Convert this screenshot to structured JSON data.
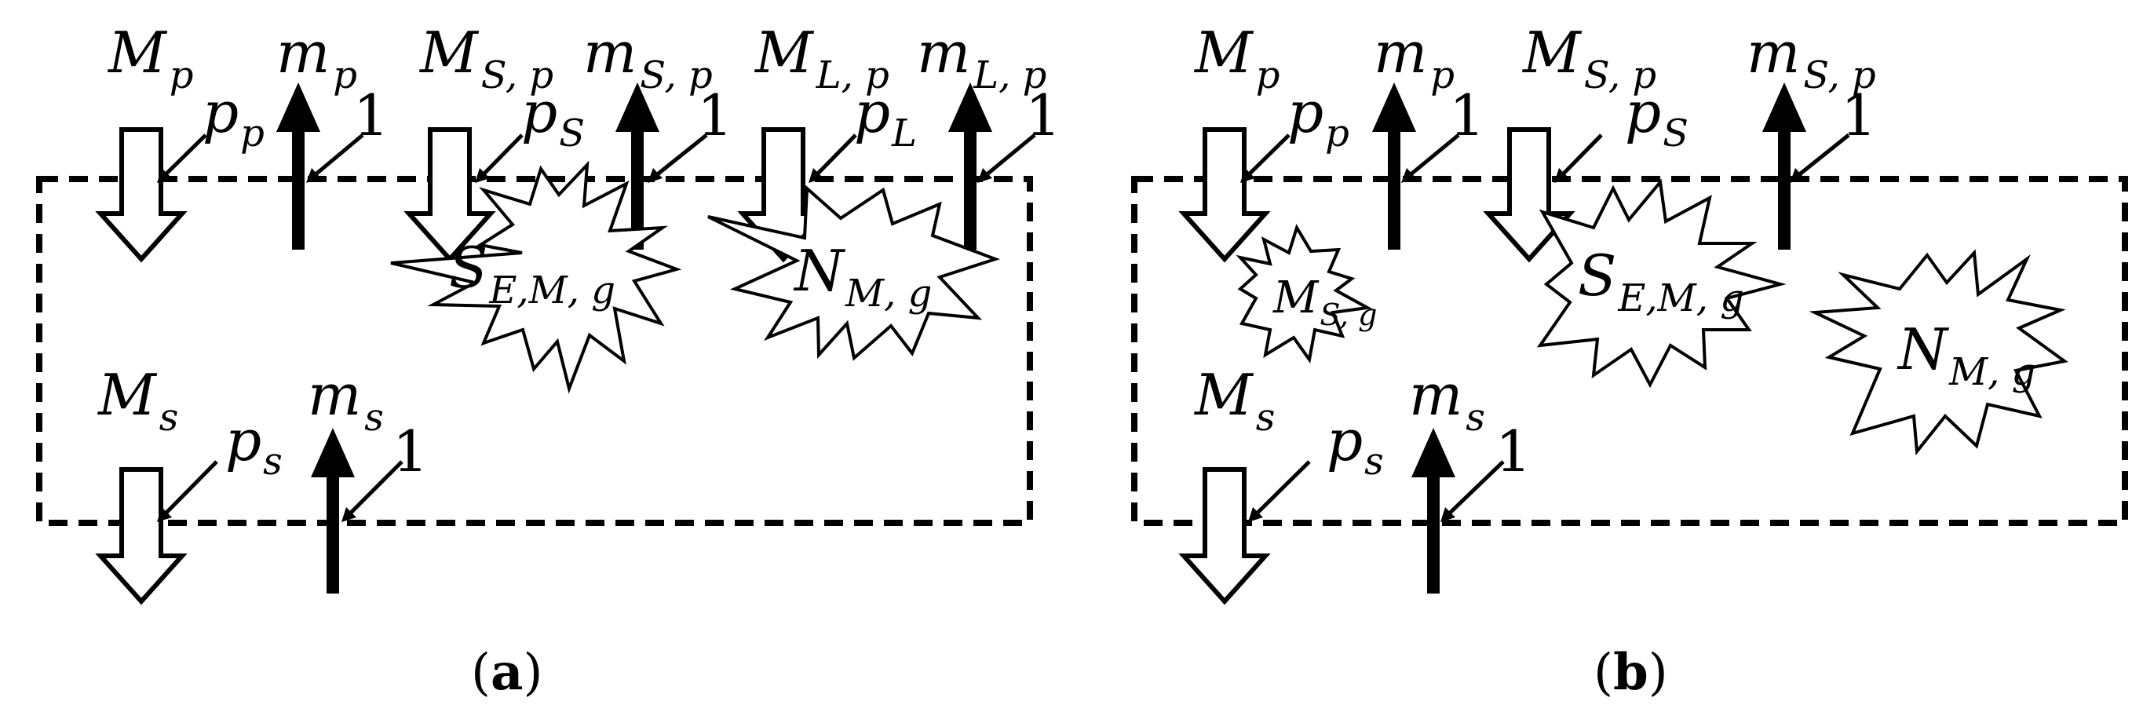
{
  "panel_a": {
    "labels": {
      "Mp": {
        "main": "M",
        "sub": "p"
      },
      "mp": {
        "main": "m",
        "sub": "p"
      },
      "MSp": {
        "main": "M",
        "sub": "S, p"
      },
      "mSp": {
        "main": "m",
        "sub": "S, p"
      },
      "MLp": {
        "main": "M",
        "sub": "L, p"
      },
      "mLp": {
        "main": "m",
        "sub": "L, p"
      },
      "pp": {
        "main": "p",
        "sub": "p"
      },
      "pS": {
        "main": "p",
        "sub": "S"
      },
      "pL": {
        "main": "p",
        "sub": "L"
      },
      "Ms": {
        "main": "M",
        "sub": "s"
      },
      "ms": {
        "main": "m",
        "sub": "s"
      },
      "ps": {
        "main": "p",
        "sub": "s"
      },
      "one": "1",
      "SEMg": {
        "main": "S",
        "sub": "E,M, g"
      },
      "NMg": {
        "main": "N",
        "sub": "M, g"
      }
    },
    "caption": {
      "open": "(",
      "letter": "a",
      "close": ")"
    }
  },
  "panel_b": {
    "labels": {
      "Mp": {
        "main": "M",
        "sub": "p"
      },
      "mp": {
        "main": "m",
        "sub": "p"
      },
      "MSp": {
        "main": "M",
        "sub": "S, p"
      },
      "mSp": {
        "main": "m",
        "sub": "S, p"
      },
      "pp": {
        "main": "p",
        "sub": "p"
      },
      "pS": {
        "main": "p",
        "sub": "S"
      },
      "Ms": {
        "main": "M",
        "sub": "s"
      },
      "ms": {
        "main": "m",
        "sub": "s"
      },
      "ps": {
        "main": "p",
        "sub": "s"
      },
      "one": "1",
      "MSg": {
        "main": "M",
        "sub": "S, g"
      },
      "SEMg": {
        "main": "S",
        "sub": "E,M, g"
      },
      "NMg": {
        "main": "N",
        "sub": "M, g"
      }
    },
    "caption": {
      "open": "(",
      "letter": "b",
      "close": ")"
    }
  }
}
